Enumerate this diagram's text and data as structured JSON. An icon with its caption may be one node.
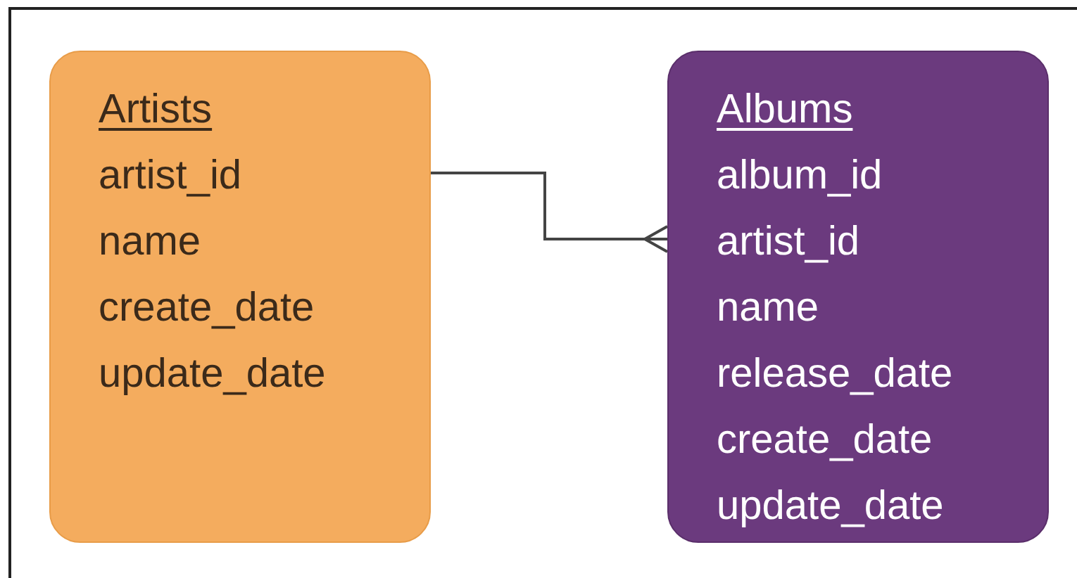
{
  "diagram": {
    "nodes": [
      {
        "text": [
          "Artists",
          "artist_id",
          "name",
          "create_date",
          "update_date"
        ]
      },
      {
        "text": [
          "Albums",
          "album_id",
          "artist_id",
          "name",
          "release_date",
          "create_date",
          "update_date"
        ]
      }
    ],
    "edges": [
      {
        "from": 0,
        "to": 1,
        "arrow": "other"
      }
    ]
  }
}
